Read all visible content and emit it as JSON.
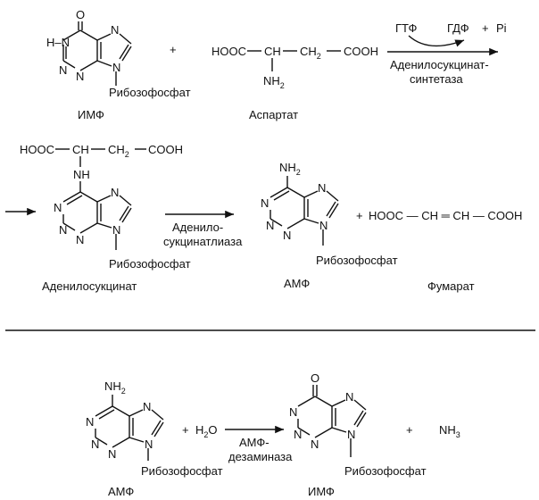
{
  "section1": {
    "imp_name": "ИМФ",
    "aspartate_name": "Аспартат",
    "ribose": "Рибозофосфат",
    "plus": "+",
    "aspartate_formula": {
      "hooc": "HOOC",
      "ch": "CH",
      "ch2": "CH",
      "ch2_sub": "2",
      "cooh": "COOH",
      "nh": "NH",
      "nh_sub": "2"
    },
    "cofactors": {
      "gtp": "ГТФ",
      "gdp": "ГДФ",
      "plus": "+",
      "pi": "Pi"
    },
    "enzyme_line1": "Аденилосукцинат-",
    "enzyme_line2": "синтетаза"
  },
  "section2": {
    "adenylosuccinate_name": "Аденилосукцинат",
    "amp_name": "АМФ",
    "fumarate_name": "Фумарат",
    "enzyme_line1": "Аденило-",
    "enzyme_line2": "сукцинатлиаза",
    "nh": "NH",
    "nh2": "NH",
    "nh2_sub": "2",
    "hooc": "HOOC",
    "ch": "CH",
    "ch2": "CH",
    "ch2_sub": "2",
    "cooh": "COOH",
    "fumarate_formula": "HOOC — CH ═ CH — COOH",
    "plus": "+"
  },
  "section3": {
    "amp_name": "АМФ",
    "imp_name": "ИМФ",
    "water": "H",
    "water_sub": "2",
    "water_o": "O",
    "plus": "+",
    "enzyme_line1": "АМФ-",
    "enzyme_line2": "дезаминаза",
    "ammonia": "NH",
    "ammonia_sub": "3",
    "nh2": "NH",
    "nh2_sub": "2"
  },
  "atoms": {
    "N": "N",
    "O": "O",
    "HN": "H–N"
  }
}
